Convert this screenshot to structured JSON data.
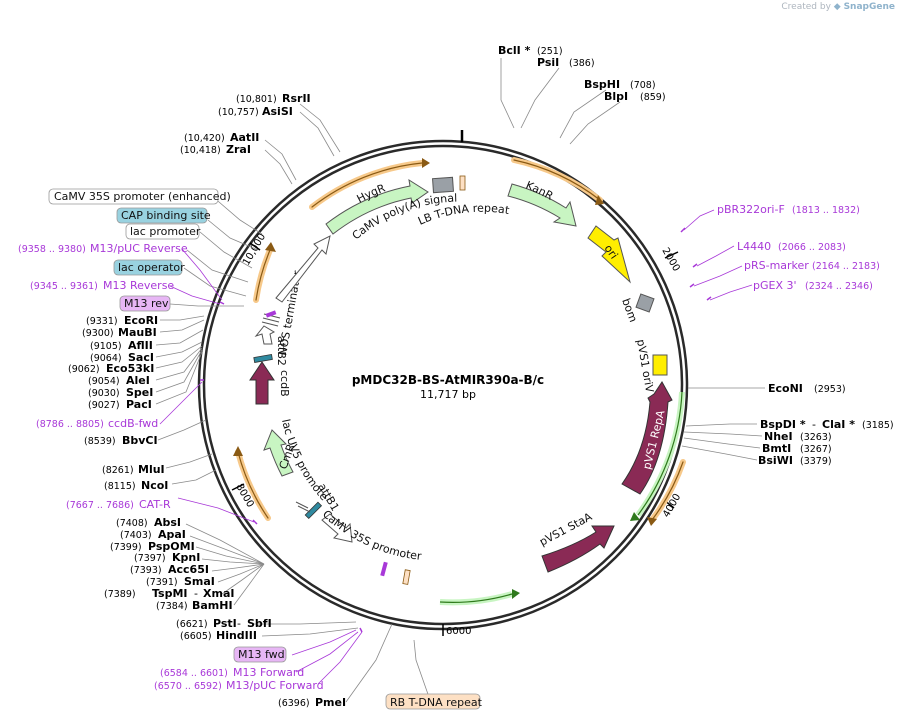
{
  "credit": {
    "prefix": "Created by",
    "brand": "SnapGene"
  },
  "plasmid": {
    "name": "pMDC32B-BS-AtMIR390a-B/c",
    "length_label": "11,717 bp",
    "length": 11717
  },
  "tick_labels": [
    {
      "text": "2000",
      "pos": 2000
    },
    {
      "text": "4000",
      "pos": 4000
    },
    {
      "text": "6000",
      "pos": 6000
    },
    {
      "text": "8000",
      "pos": 8000
    },
    {
      "text": "10,000",
      "pos": 10000
    }
  ],
  "enzymes": [
    {
      "name": "BclI *",
      "pos": "(251)"
    },
    {
      "name": "PsiI",
      "pos": "(386)"
    },
    {
      "name": "BspHI",
      "pos": "(708)"
    },
    {
      "name": "BlpI",
      "pos": "(859)"
    },
    {
      "name": "EcoNI",
      "pos": "(2953)"
    },
    {
      "name": "BspDI *",
      "sep": "-",
      "name2": "ClaI *",
      "pos": "(3185)"
    },
    {
      "name": "NheI",
      "pos": "(3263)"
    },
    {
      "name": "BmtI",
      "pos": "(3267)"
    },
    {
      "name": "BsiWI",
      "pos": "(3379)"
    },
    {
      "name": "PmeI",
      "pos": "(6396)"
    },
    {
      "name": "HindIII",
      "pos": "(6605)"
    },
    {
      "name": "PstI",
      "sep": "-",
      "name2": "SbfI",
      "pos": "(6621)"
    },
    {
      "name": "BamHI",
      "pos": "(7384)"
    },
    {
      "name": "TspMI",
      "sep": "-",
      "name2": "XmaI",
      "pos": "(7389)"
    },
    {
      "name": "SmaI",
      "pos": "(7391)"
    },
    {
      "name": "Acc65I",
      "pos": "(7393)"
    },
    {
      "name": "KpnI",
      "pos": "(7397)"
    },
    {
      "name": "PspOMI",
      "pos": "(7399)"
    },
    {
      "name": "ApaI",
      "pos": "(7403)"
    },
    {
      "name": "AbsI",
      "pos": "(7408)"
    },
    {
      "name": "NcoI",
      "pos": "(8115)"
    },
    {
      "name": "MluI",
      "pos": "(8261)"
    },
    {
      "name": "BbvCI",
      "pos": "(8539)"
    },
    {
      "name": "PacI",
      "pos": "(9027)"
    },
    {
      "name": "SpeI",
      "pos": "(9030)"
    },
    {
      "name": "AleI",
      "pos": "(9054)"
    },
    {
      "name": "Eco53kI",
      "pos": "(9062)"
    },
    {
      "name": "SacI",
      "pos": "(9064)"
    },
    {
      "name": "AflII",
      "pos": "(9105)"
    },
    {
      "name": "MauBI",
      "pos": "(9300)"
    },
    {
      "name": "EcoRI",
      "pos": "(9331)"
    },
    {
      "name": "ZraI",
      "pos": "(10,418)"
    },
    {
      "name": "AatII",
      "pos": "(10,420)"
    },
    {
      "name": "AsiSI",
      "pos": "(10,757)"
    },
    {
      "name": "RsrII",
      "pos": "(10,801)"
    }
  ],
  "primers": [
    {
      "name": "pBR322ori-F",
      "pos": "(1813 .. 1832)"
    },
    {
      "name": "L4440",
      "pos": "(2066 .. 2083)"
    },
    {
      "name": "pRS-marker",
      "pos": "(2164 .. 2183)"
    },
    {
      "name": "pGEX 3'",
      "pos": "(2324 .. 2346)"
    },
    {
      "name": "M13 Forward",
      "pos": "(6584 .. 6601)"
    },
    {
      "name": "M13/pUC Forward",
      "pos": "(6570 .. 6592)"
    },
    {
      "name": "CAT-R",
      "pos": "(7667 .. 7686)"
    },
    {
      "name": "ccdB-fwd",
      "pos": "(8786 .. 8805)"
    },
    {
      "name": "M13 Reverse",
      "pos": "(9345 .. 9361)"
    },
    {
      "name": "M13/pUC Reverse",
      "pos": "(9358 .. 9380)"
    }
  ],
  "boxed_labels": [
    {
      "text": "CaMV 35S promoter (enhanced)",
      "style": "plain"
    },
    {
      "text": "CAP binding site",
      "style": "cyan"
    },
    {
      "text": "lac promoter",
      "style": "plain"
    },
    {
      "text": "lac operator",
      "style": "cyan"
    },
    {
      "text": "M13 rev",
      "style": "violet"
    },
    {
      "text": "M13 fwd",
      "style": "violet"
    },
    {
      "text": "RB T-DNA repeat",
      "style": "peach"
    }
  ],
  "features": {
    "hygr": "HygR",
    "kanr": "KanR",
    "ori": "ori",
    "bom": "bom",
    "pvs1_oriv": "pVS1 oriV",
    "pvs1_repa": "pVS1 RepA",
    "pvs1_staa": "pVS1 StaA",
    "cmr": "CmR",
    "ccdb": "ccdB",
    "attb1": "attB1",
    "attb2": "attB2",
    "nos_terminator": "NOS terminator",
    "lac_uv5": "lac UV5 promoter",
    "camv35s": "CaMV 35S promoter",
    "camv_polya": "CaMV poly(A) signal",
    "lb_repeat": "LB T-DNA repeat"
  },
  "colors": {
    "backbone": "#2a2a2a",
    "resistance": "#c8f5c2",
    "origin": "#ffee00",
    "repa": "#8a2a55",
    "orf": "#f7c98a",
    "primer": "#a838d8",
    "grey_feature": "#9aa0a6",
    "cyan_box": "#99d2e0",
    "violet_box": "#e7b6f5",
    "peach_box": "#fde0c4"
  }
}
